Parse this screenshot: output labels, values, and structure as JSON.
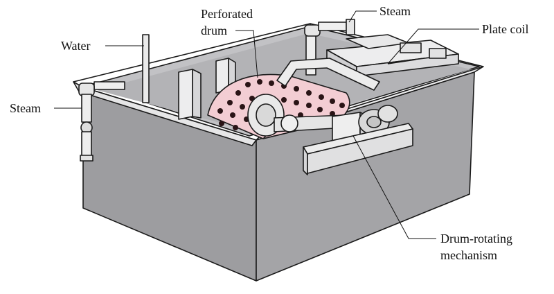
{
  "labels": {
    "perforated_drum_line1": "Perforated",
    "perforated_drum_line2": "drum",
    "water": "Water",
    "steam_left": "Steam",
    "steam_top": "Steam",
    "plate_coil": "Plate coil",
    "drum_rotating_line1": "Drum-rotating",
    "drum_rotating_line2": "mechanism"
  },
  "colors": {
    "tank_wall": "#9b9b9e",
    "tank_wall_dark": "#8a8a8d",
    "tank_inner": "#b9b9bc",
    "tank_rim": "#e9e9ea",
    "drum_fill": "#f3cdd3",
    "drum_holes": "#2a1416",
    "metal_light": "#ececec",
    "metal_mid": "#d4d4d6",
    "outline": "#1a1a1a"
  }
}
